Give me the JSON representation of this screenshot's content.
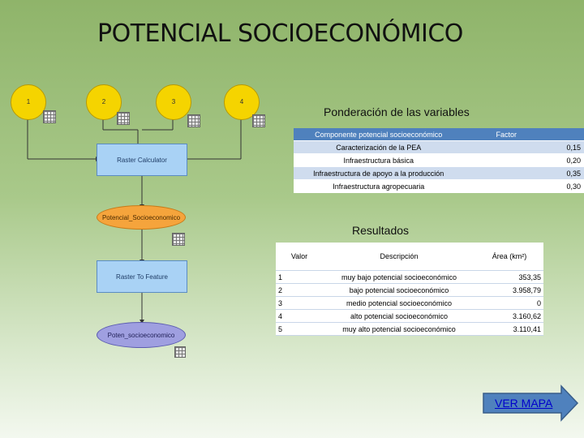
{
  "title": "POTENCIAL SOCIOECONÓMICO",
  "model": {
    "inputs": [
      "1",
      "2",
      "3",
      "4"
    ],
    "raster_calculator": "Raster Calculator",
    "potencial": "Potencial_Socioeconomico",
    "raster_to_feature": "Raster To Feature",
    "output": "Poten_socioeconomico"
  },
  "ponderacion": {
    "title": "Ponderación de las variables",
    "header": [
      "Componente potencial socioeconómico",
      "Factor"
    ],
    "rows": [
      {
        "componente": "Caracterización de la PEA",
        "factor": "0,15"
      },
      {
        "componente": "Infraestructura básica",
        "factor": "0,20"
      },
      {
        "componente": "Infraestructura de apoyo a la producción",
        "factor": "0,35"
      },
      {
        "componente": "Infraestructura agropecuaria",
        "factor": "0,30"
      }
    ]
  },
  "resultados": {
    "title": "Resultados",
    "header": {
      "valor": "Valor",
      "descripcion": "Descripción",
      "area": "Área (km²)"
    },
    "rows": [
      {
        "valor": "1",
        "descripcion": "muy bajo potencial socioeconómico",
        "area": "353,35"
      },
      {
        "valor": "2",
        "descripcion": "bajo potencial socioeconómico",
        "area": "3.958,79"
      },
      {
        "valor": "3",
        "descripcion": "medio potencial socioeconómico",
        "area": "0"
      },
      {
        "valor": "4",
        "descripcion": "alto potencial socioeconómico",
        "area": "3.160,62"
      },
      {
        "valor": "5",
        "descripcion": "muy alto potencial socioeconómico",
        "area": "3.110,41"
      }
    ]
  },
  "ver_mapa": "VER MAPA",
  "colors": {
    "input_node": "#f5d400",
    "process": "#a9d2f5",
    "intermediate": "#f5a43c",
    "output": "#9f9fe0",
    "table_header": "#4f81bd",
    "table_alt": "#cfdcee"
  }
}
